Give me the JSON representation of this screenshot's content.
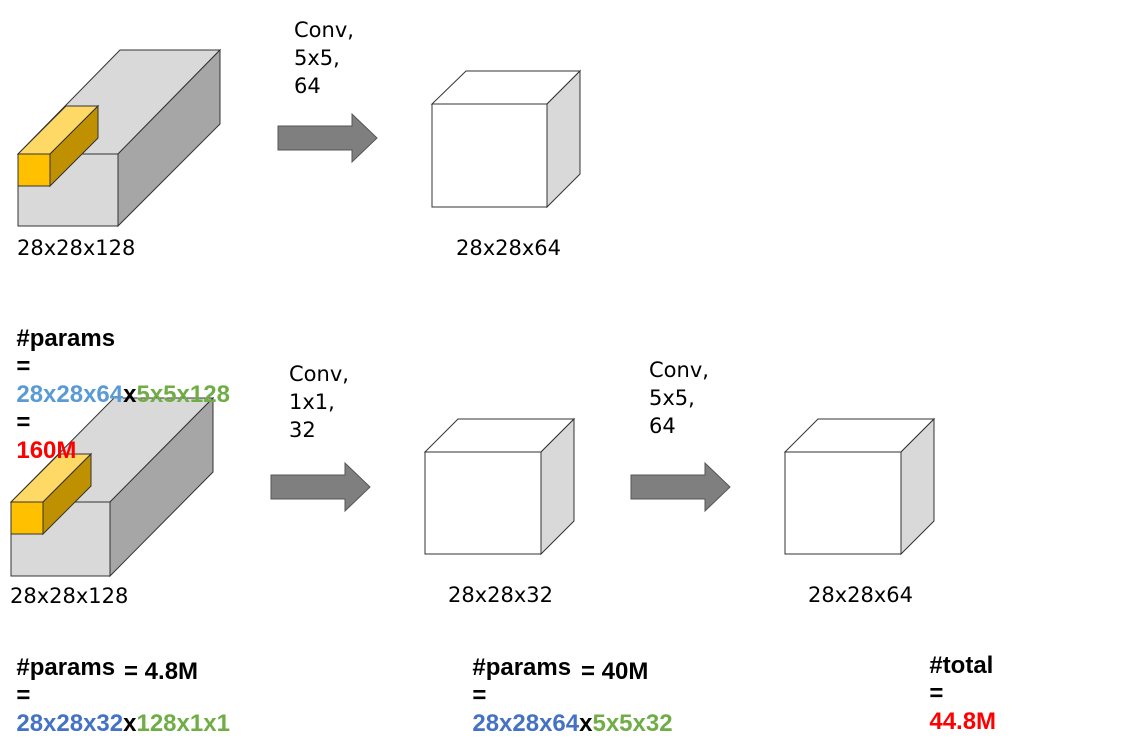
{
  "colors": {
    "blue_light": "#5b9bd5",
    "blue": "#4472c4",
    "green": "#70ad47",
    "red": "#ff0000",
    "arrow_fill": "#7f7f7f",
    "block_top": "#d9d9d9",
    "block_side": "#a6a6a6",
    "filter": "#ffc000"
  },
  "top": {
    "input_label": "28x28x128",
    "conv_label": "Conv,\n5x5,\n64",
    "output_label": "28x28x64",
    "formula": {
      "lhs": "#params",
      "eq": "=",
      "term1": "28x28x64",
      "op": "x",
      "term2": "5x5x128",
      "eq2": "=",
      "result": "160M"
    }
  },
  "bottom": {
    "input_label": "28x28x128",
    "conv1_label": "Conv,\n1x1,\n32",
    "mid_label": "28x28x32",
    "conv2_label": "Conv,\n5x5,\n64",
    "output_label": "28x28x64",
    "formula1": {
      "lhs": "#params",
      "eq": "=",
      "term1": "28x28x32",
      "op": "x",
      "term2": "128x1x1",
      "line2": "= 4.8M"
    },
    "formula2": {
      "lhs": "#params",
      "eq": "=",
      "term1": "28x28x64",
      "op": "x",
      "term2": "5x5x32",
      "line2": "= 40M"
    },
    "total": {
      "lhs": "#total",
      "eq": "=",
      "result": "44.8M"
    }
  }
}
